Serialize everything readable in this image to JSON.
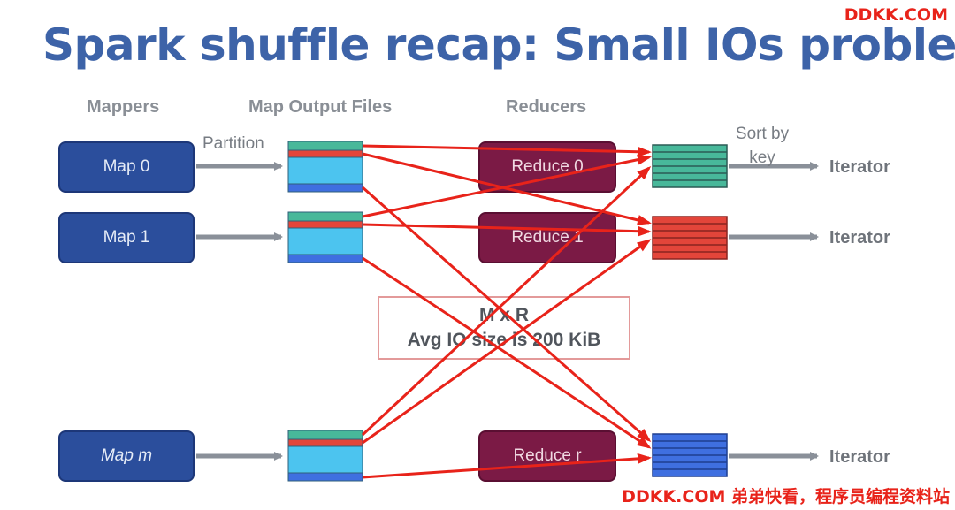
{
  "title": "Spark shuffle recap: Small IOs problem",
  "watermark_top": "DDKK.COM",
  "watermark_bottom": "DDKK.COM 弟弟快看，程序员编程资料站",
  "headers": {
    "mappers": "Mappers",
    "map_output_files": "Map Output Files",
    "reducers": "Reducers"
  },
  "partition_label": "Partition",
  "sort_by_key_label": "Sort by key",
  "mappers": [
    "Map 0",
    "Map 1",
    "Map m"
  ],
  "reducers": [
    "Reduce 0",
    "Reduce 1",
    "Reduce r"
  ],
  "iterator_label": "Iterator",
  "info": {
    "line1": "M x R",
    "line2": "Avg IO size is 200 KiB"
  },
  "colors": {
    "title": "#3d63a8",
    "mapper": "#2b4e9c",
    "reducer": "#7b1a45",
    "shuffle_line": "#e8231a",
    "segment_green": "#48b89a",
    "segment_red": "#e3453a",
    "segment_cyan": "#4cc4ef",
    "segment_blue": "#3f6fe0",
    "arrow_gray": "#8a9099"
  }
}
